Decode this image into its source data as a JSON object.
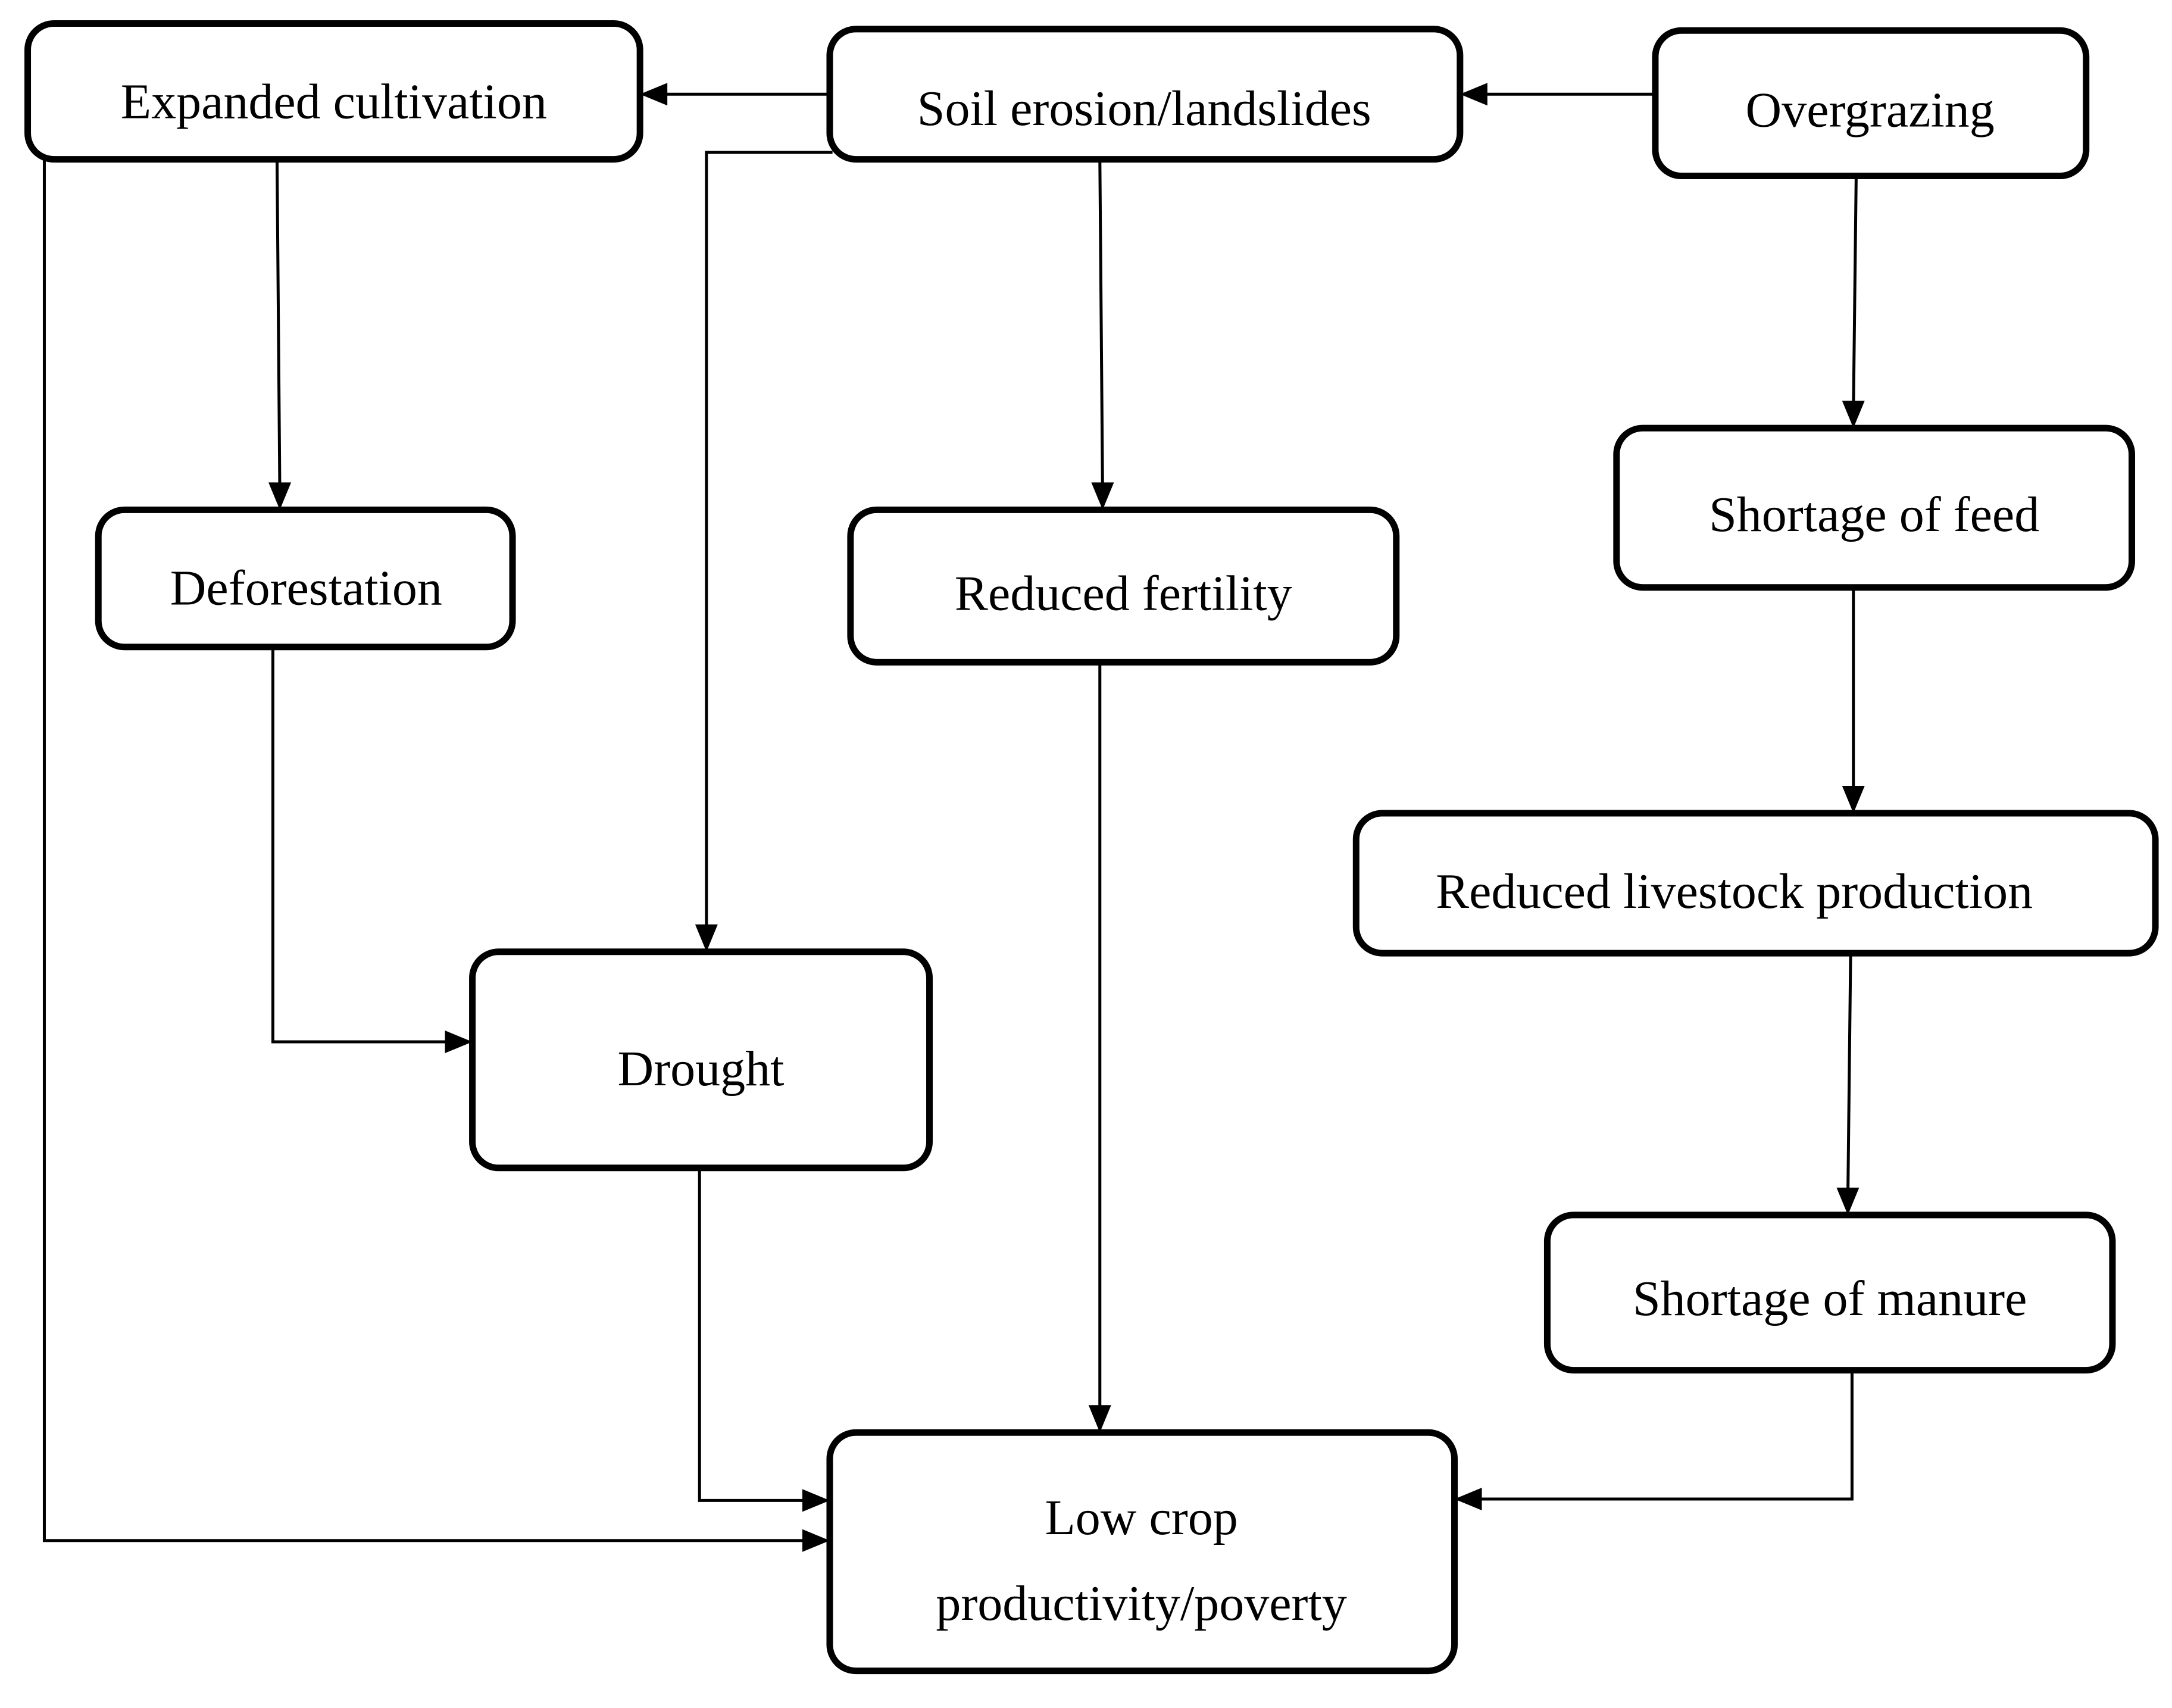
{
  "diagram": {
    "type": "flowchart",
    "colors": {
      "stroke": "#000000",
      "background": "#ffffff",
      "text": "#000000"
    },
    "nodes": [
      {
        "id": "expanded_cultivation",
        "lines": [
          "Expanded cultivation"
        ]
      },
      {
        "id": "soil_erosion",
        "lines": [
          "Soil erosion/landslides"
        ]
      },
      {
        "id": "overgrazing",
        "lines": [
          "Overgrazing"
        ]
      },
      {
        "id": "deforestation",
        "lines": [
          "Deforestation"
        ]
      },
      {
        "id": "reduced_fertility",
        "lines": [
          "Reduced fertility"
        ]
      },
      {
        "id": "shortage_feed",
        "lines": [
          "Shortage of feed"
        ]
      },
      {
        "id": "reduced_livestock",
        "lines": [
          "Reduced livestock production"
        ]
      },
      {
        "id": "drought",
        "lines": [
          "Drought"
        ]
      },
      {
        "id": "shortage_manure",
        "lines": [
          "Shortage of manure"
        ]
      },
      {
        "id": "low_crop",
        "lines": [
          "Low crop",
          "productivity/poverty"
        ]
      }
    ],
    "edges": [
      {
        "from": "soil_erosion",
        "to": "expanded_cultivation"
      },
      {
        "from": "overgrazing",
        "to": "soil_erosion"
      },
      {
        "from": "expanded_cultivation",
        "to": "deforestation"
      },
      {
        "from": "soil_erosion",
        "to": "reduced_fertility"
      },
      {
        "from": "soil_erosion",
        "to": "drought"
      },
      {
        "from": "overgrazing",
        "to": "shortage_feed"
      },
      {
        "from": "deforestation",
        "to": "drought"
      },
      {
        "from": "shortage_feed",
        "to": "reduced_livestock"
      },
      {
        "from": "reduced_livestock",
        "to": "shortage_manure"
      },
      {
        "from": "reduced_fertility",
        "to": "low_crop"
      },
      {
        "from": "drought",
        "to": "low_crop"
      },
      {
        "from": "expanded_cultivation",
        "to": "low_crop"
      },
      {
        "from": "shortage_manure",
        "to": "low_crop"
      }
    ]
  }
}
